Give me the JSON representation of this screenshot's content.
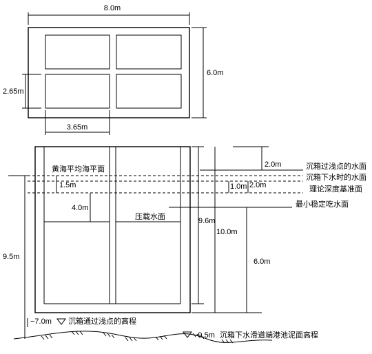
{
  "plan": {
    "width_label": "8.0m",
    "height_label": "6.0m",
    "cell_height_label": "2.65m",
    "cell_width_label": "3.65m"
  },
  "section": {
    "water_levels": {
      "over_shoal": "沉箱过浅点的水面",
      "launch": "沉箱下水时的水面",
      "datum": "理论深度基准面",
      "min_draft": "最小稳定吃水面",
      "msl": "黄海平均海平面",
      "ballast": "压载水面"
    },
    "dims": {
      "d_2_0_top": "2.0m",
      "d_1_0": "1.0m",
      "d_2_0_mid": "2.0m",
      "d_1_5": "1.5m",
      "d_4_0": "4.0m",
      "d_9_6": "9.6m",
      "d_10_0": "10.0m",
      "d_6_0": "6.0m",
      "d_9_5_left": "9.5m"
    },
    "bottom": {
      "elev_shoal_value": "−7.0m",
      "elev_shoal_label": "沉箱通过浅点的高程",
      "elev_slipway_value": "−9.5m",
      "elev_slipway_label": "沉箱下水滑道端港池泥面高程"
    }
  }
}
